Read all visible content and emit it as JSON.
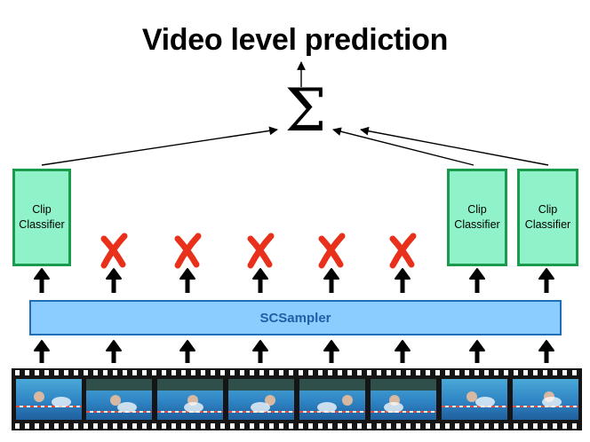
{
  "title": "Video level prediction",
  "sum_symbol": "Σ",
  "clip_classifier": {
    "line1": "Clip",
    "line2": "Classifier"
  },
  "sampler_label": "SCSampler",
  "reject_symbol": "✗",
  "colors": {
    "classifier_fill": "#8ff2c8",
    "classifier_border": "#1a9a4d",
    "sampler_fill": "#8ccdff",
    "sampler_border": "#1f6fb8",
    "sampler_text": "#1f5fa8",
    "reject": "#e8301a",
    "arrow": "#000000",
    "filmstrip": "#151515"
  },
  "clips": [
    {
      "status": "selected"
    },
    {
      "status": "rejected"
    },
    {
      "status": "rejected"
    },
    {
      "status": "rejected"
    },
    {
      "status": "rejected"
    },
    {
      "status": "rejected"
    },
    {
      "status": "selected"
    },
    {
      "status": "selected"
    }
  ]
}
